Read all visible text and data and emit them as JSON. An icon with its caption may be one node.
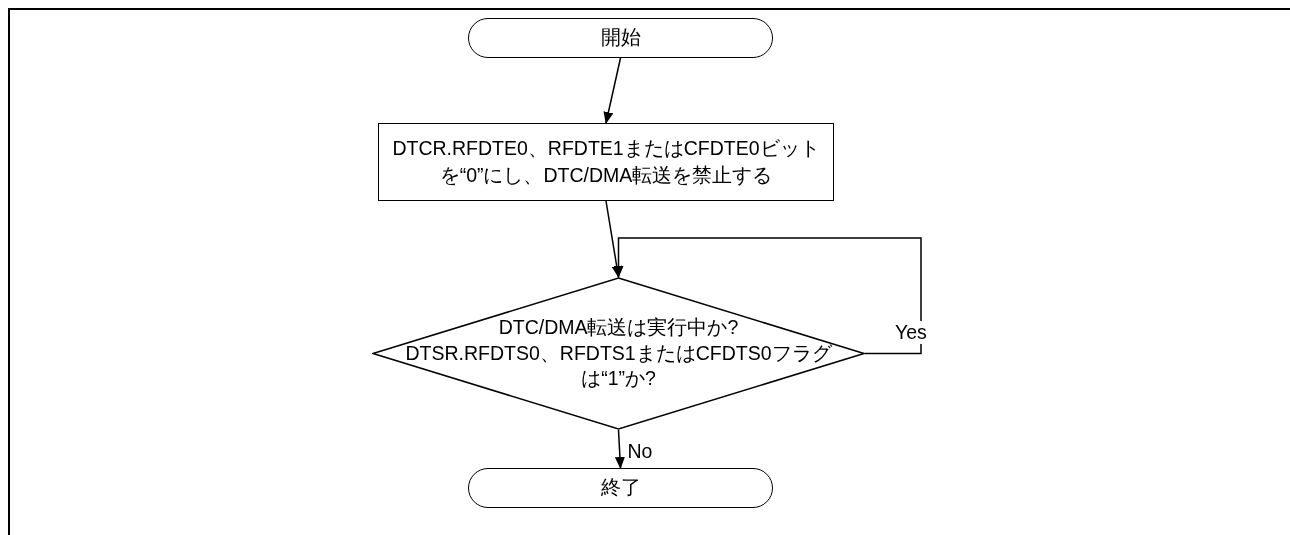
{
  "diagram": {
    "nodes": [
      {
        "text": [
          "開始"
        ]
      },
      {
        "text": [
          "DTCR.RFDTE0、RFDTE1またはCFDTE0ビットを“0”にし、DTC/DMA転送を禁止する"
        ]
      },
      {
        "text": [
          "DTC/DMA転送は実行中か?",
          "DTSR.RFDTS0、RFDTS1またはCFDTS0フラグは“1”か?"
        ]
      },
      {
        "text": [
          "終了"
        ]
      }
    ],
    "edges": [
      {
        "from": 0,
        "to": 1,
        "arrow": "to"
      },
      {
        "from": 1,
        "to": 2,
        "arrow": "to"
      },
      {
        "from": 2,
        "to": 2,
        "arrow": "to",
        "label": "Yes"
      },
      {
        "from": 2,
        "to": 3,
        "arrow": "to",
        "label": "No"
      }
    ]
  }
}
